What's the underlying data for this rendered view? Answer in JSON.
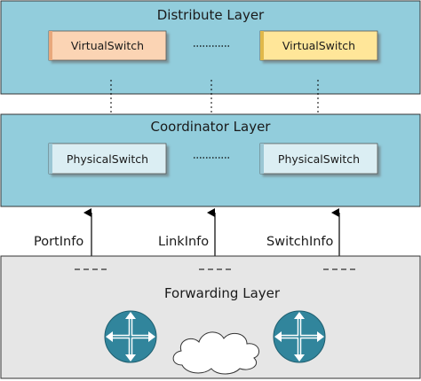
{
  "colors": {
    "layer_teal": "#92cddc",
    "layer_gray": "#e6e6e6",
    "virtual_switch_orange": "#fbd4b4",
    "virtual_switch_yellow": "#ffe699",
    "physical_switch_fill": "#dbeef3",
    "router_fill": "#31859c",
    "outline": "#333333"
  },
  "distribute_layer": {
    "title": "Distribute Layer",
    "switches": [
      {
        "label": "VirtualSwitch"
      },
      {
        "label": "VirtualSwitch"
      }
    ]
  },
  "coordinator_layer": {
    "title": "Coordinator Layer",
    "switches": [
      {
        "label": "PhysicalSwitch"
      },
      {
        "label": "PhysicalSwitch"
      }
    ]
  },
  "info_flows": [
    {
      "label": "PortInfo"
    },
    {
      "label": "LinkInfo"
    },
    {
      "label": "SwitchInfo"
    }
  ],
  "forwarding_layer": {
    "title": "Forwarding Layer",
    "elements": [
      "router-icon",
      "cloud-icon",
      "router-icon"
    ]
  }
}
